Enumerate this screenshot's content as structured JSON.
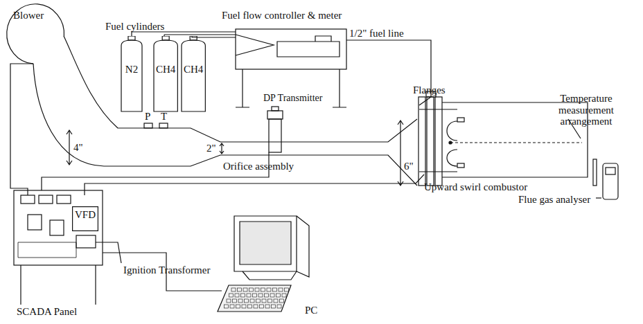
{
  "diagram": {
    "nodes": [
      {
        "text": [
          "Blower"
        ]
      },
      {
        "text": [
          "N2"
        ]
      },
      {
        "text": [
          "CH4"
        ]
      },
      {
        "text": [
          "CH4"
        ]
      },
      {
        "text": [
          "VFD"
        ]
      }
    ],
    "labels": [
      "Fuel cylinders",
      "Fuel flow controller & meter",
      "1/2\" fuel line",
      "Temperature measurement arrangement",
      "Flanges",
      "DP Transmitter",
      "P",
      "T",
      "4\"",
      "2\"",
      "6\"",
      "Orifice assembly",
      "Upward swirl combustor",
      "Flue gas analyser",
      "Ignition Transformer",
      "SCADA Panel",
      "PC"
    ]
  }
}
